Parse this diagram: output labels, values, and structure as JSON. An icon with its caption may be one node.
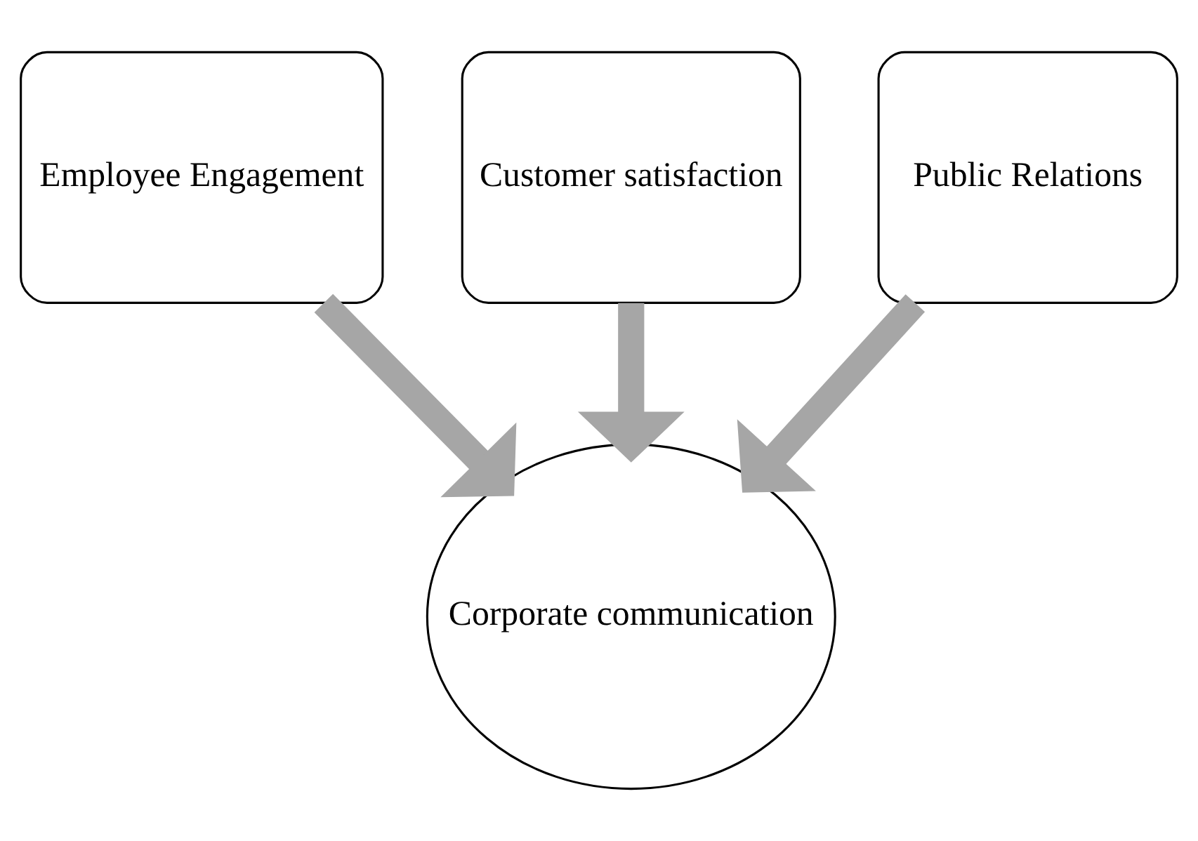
{
  "diagram": {
    "nodes": [
      {
        "text": [
          "Employee Engagement"
        ]
      },
      {
        "text": [
          "Customer satisfaction"
        ]
      },
      {
        "text": [
          "Public Relations"
        ]
      },
      {
        "text": [
          "Corporate communication"
        ]
      }
    ],
    "edges": [
      {
        "from": 0,
        "to": 3,
        "arrow": "to"
      },
      {
        "from": 1,
        "to": 3,
        "arrow": "to"
      },
      {
        "from": 2,
        "to": 3,
        "arrow": "to"
      }
    ]
  }
}
